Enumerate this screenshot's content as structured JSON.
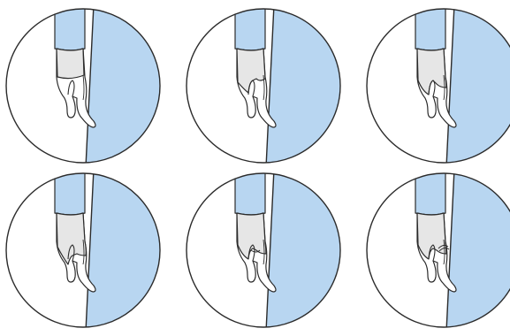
{
  "colors": {
    "background": "#ffffff",
    "sleeve": "#b8d6f1",
    "panel": "#b8d6f1",
    "glove": "#e6e6e6",
    "skin": "#ffffff",
    "outline": "#2b2b2b"
  },
  "panels": [
    {
      "glove_extent": "wrist",
      "label": ""
    },
    {
      "glove_extent": "palm",
      "label": ""
    },
    {
      "glove_extent": "palm-to-knuckles",
      "label": ""
    },
    {
      "glove_extent": "palm-and-thumb",
      "label": ""
    },
    {
      "glove_extent": "palm-with-thumb-strap",
      "label": ""
    },
    {
      "glove_extent": "palm-with-finger-strap",
      "label": ""
    }
  ]
}
